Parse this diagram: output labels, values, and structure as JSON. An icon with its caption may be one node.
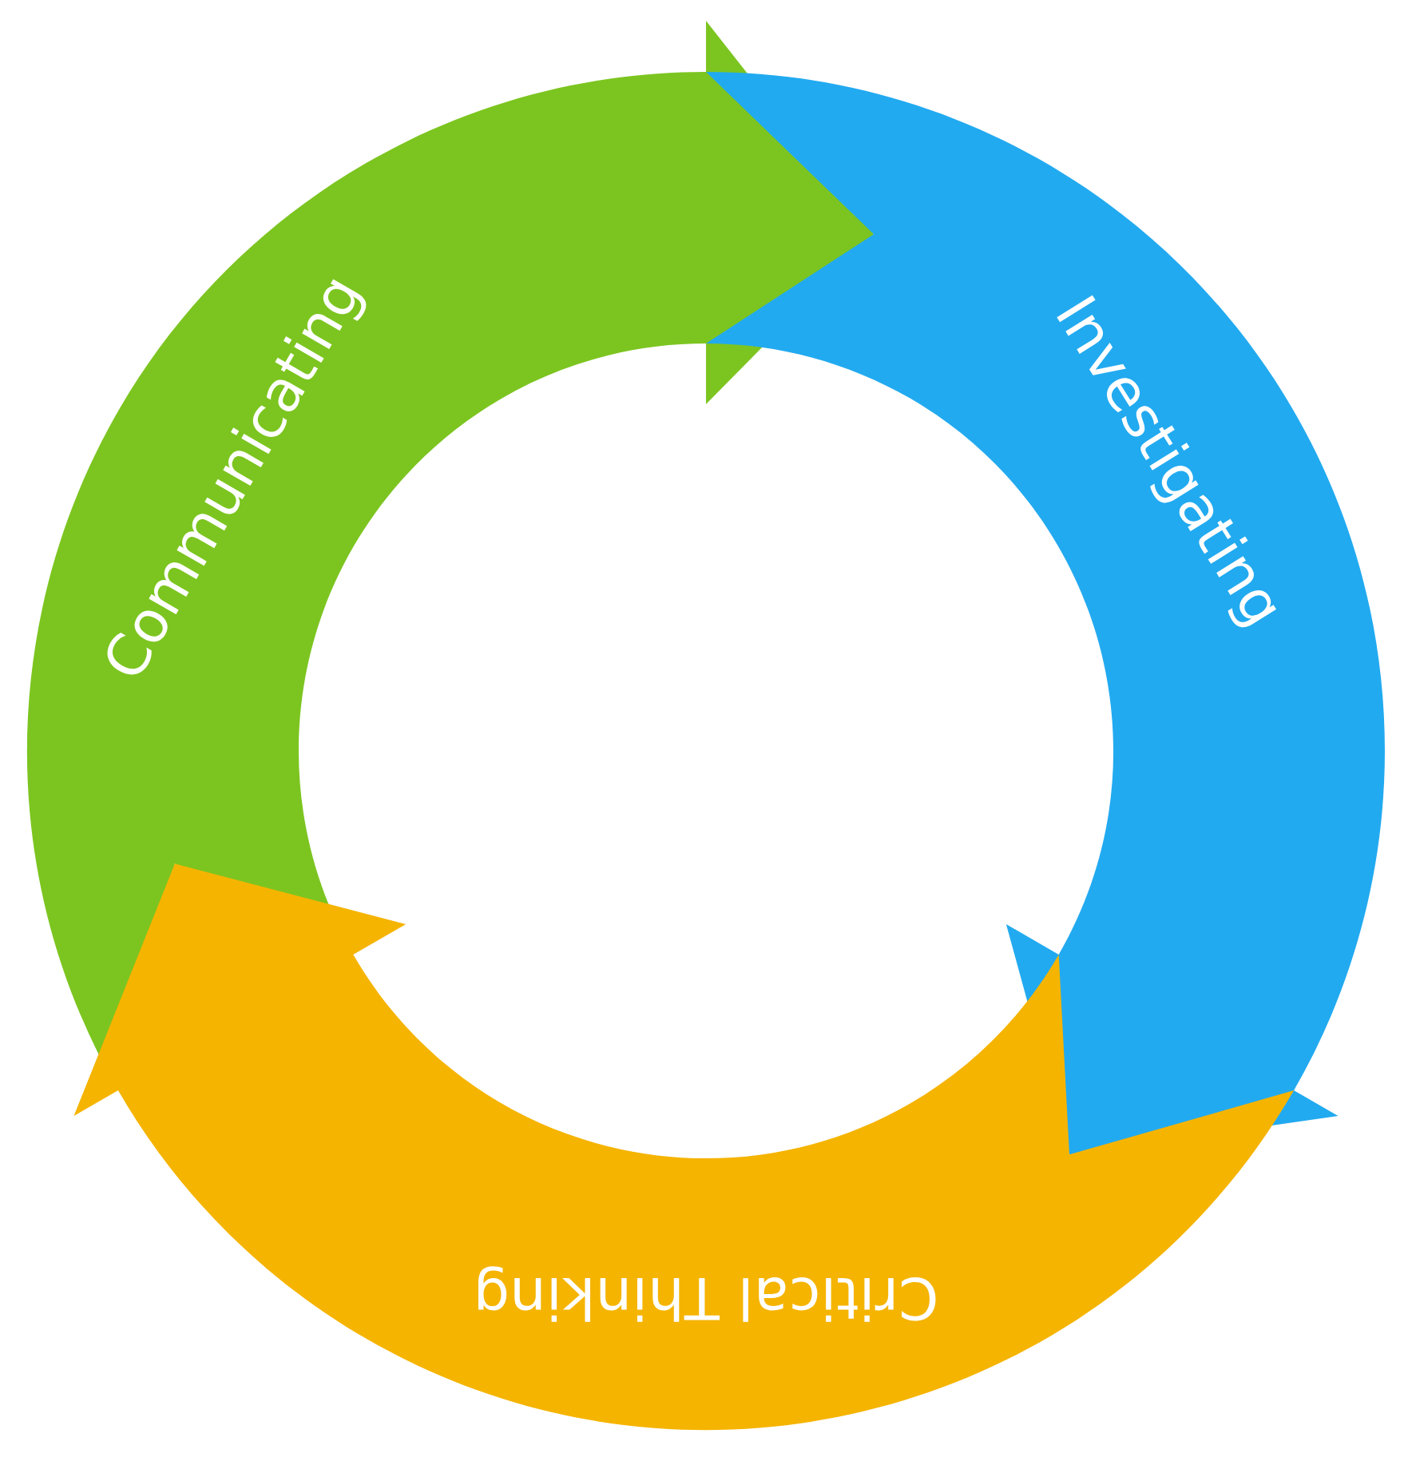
{
  "diagram": {
    "nodes": [
      {
        "text": [
          "Communicating"
        ]
      },
      {
        "text": [
          "Investigating"
        ]
      },
      {
        "text": [
          "Critical Thinking"
        ]
      }
    ]
  }
}
